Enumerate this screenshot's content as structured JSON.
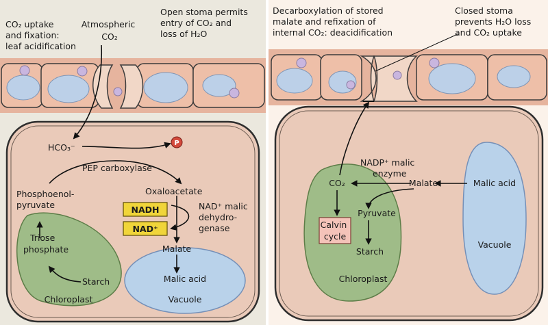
{
  "colors": {
    "left_panel_bg": "#ebe8de",
    "right_panel_bg": "#fbf2ea",
    "epidermis_outer": "#e6b49e",
    "epidermis_cell": "#eebfa8",
    "guard_cell": "#f1d7c7",
    "mesophyll_cell": "#eacab9",
    "chloroplast_small": "#bcd0e8",
    "nucleus": "#c9b6df",
    "chloroplast_green": "#9fbc88",
    "vacuole_blue": "#b9d2ea",
    "nad_box": "#f0d53a",
    "calvin_box": "#f4c3b9",
    "phosphate_circle": "#d34a3c"
  },
  "left": {
    "heading": [
      "CO₂ uptake",
      "and fixation:",
      "leaf acidification"
    ],
    "atmospheric": [
      "Atmospheric",
      "CO₂"
    ],
    "stoma_note": [
      "Open stoma permits",
      "entry of CO₂ and",
      "loss of H₂O"
    ],
    "hco3": "HCO₃⁻",
    "phosphate_symbol": "P",
    "pep_carboxylase": "PEP carboxylase",
    "pep": [
      "Phosphoenol-",
      "pyruvate"
    ],
    "oxaloacetate": "Oxaloacetate",
    "nadh": "NADH",
    "nad": "NAD⁺",
    "malate_dh": [
      "NAD⁺ malic",
      "dehydro-",
      "genase"
    ],
    "malate": "Malate",
    "triose": [
      "Triose",
      "phosphate"
    ],
    "starch": "Starch",
    "malic_acid": "Malic acid",
    "chloroplast": "Chloroplast",
    "vacuole": "Vacuole"
  },
  "right": {
    "heading": [
      "Decarboxylation of stored",
      "malate and refixation of",
      "internal CO₂: deacidification"
    ],
    "stoma_note": [
      "Closed stoma",
      "prevents H₂O loss",
      "and CO₂ uptake"
    ],
    "nadp_enzyme": [
      "NADP⁺ malic",
      "enzyme"
    ],
    "co2": "CO₂",
    "malate": "Malate",
    "malic_acid": "Malic acid",
    "pyruvate": "Pyruvate",
    "calvin": [
      "Calvin",
      "cycle"
    ],
    "starch": "Starch",
    "vacuole": "Vacuole",
    "chloroplast": "Chloroplast"
  }
}
